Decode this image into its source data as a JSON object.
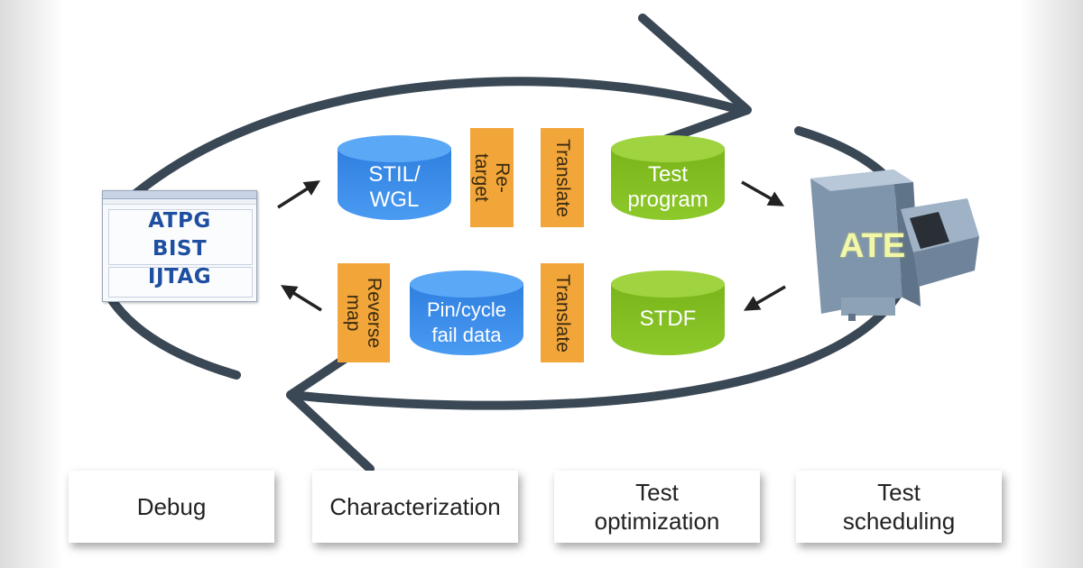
{
  "tool": {
    "lines": [
      "ATPG",
      "BIST",
      "IJTAG"
    ]
  },
  "cylinders": {
    "stil": "STIL/\nWGL",
    "test_program": "Test\nprogram",
    "pin_cycle": "Pin/cycle\nfail data",
    "stdf": "STDF"
  },
  "boxes": {
    "retarget": "Re-\ntarget",
    "translate_top": "Translate",
    "reverse_map": "Reverse\nmap",
    "translate_bottom": "Translate"
  },
  "ate": {
    "label": "ATE"
  },
  "cards": [
    "Debug",
    "Characterization",
    "Test\noptimization",
    "Test\nscheduling"
  ],
  "colors": {
    "loop": "#3a4755",
    "cylinder_blue": "#3d8fe8",
    "cylinder_green": "#86c226",
    "box_orange": "#f2a63a",
    "tool_text": "#1f4fa0",
    "ate_text": "#f2f8a8"
  }
}
